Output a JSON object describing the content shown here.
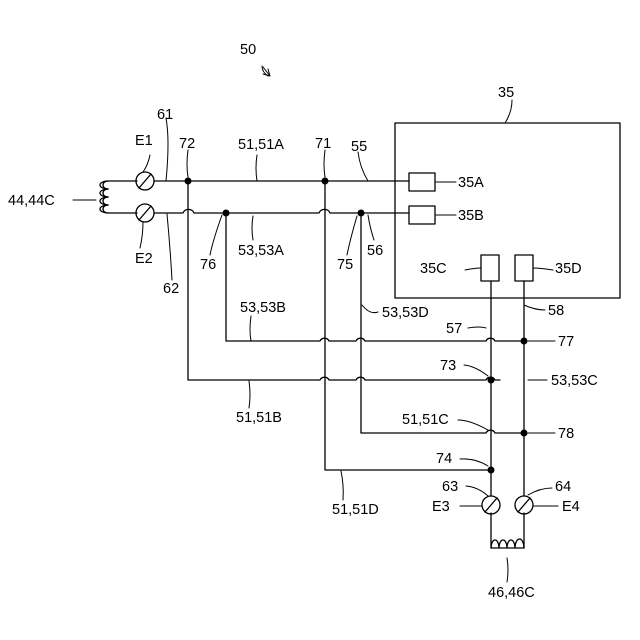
{
  "labels": {
    "figure": "50",
    "controller": "35",
    "terminal_35a": "35A",
    "terminal_35b": "35B",
    "terminal_35c": "35C",
    "terminal_35d": "35D",
    "coil_left": "44,44C",
    "coil_bottom": "46,46C",
    "e1": "E1",
    "e2": "E2",
    "e3": "E3",
    "e4": "E4",
    "n61": "61",
    "n62": "62",
    "n63": "63",
    "n64": "64",
    "n71": "71",
    "n72": "72",
    "n73": "73",
    "n74": "74",
    "n75": "75",
    "n76": "76",
    "n77": "77",
    "n78": "78",
    "n55": "55",
    "n56": "56",
    "n57": "57",
    "n58": "58",
    "w51a": "51,51A",
    "w51b": "51,51B",
    "w51c": "51,51C",
    "w51d": "51,51D",
    "w53a": "53,53A",
    "w53b": "53,53B",
    "w53c": "53,53C",
    "w53d": "53,53D"
  },
  "icons": [
    "arrow-icon",
    "coil-icon",
    "screw-terminal-icon",
    "junction-dot-icon"
  ]
}
